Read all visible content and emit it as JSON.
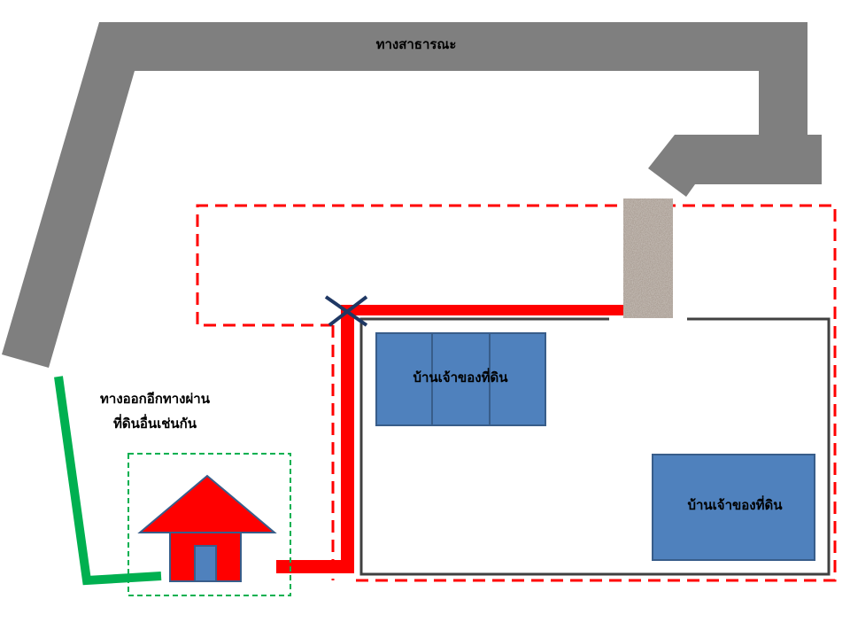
{
  "labels": {
    "public_road": "ทางสาธารณะ",
    "other_exit_line1": "ทางออกอีกทางผ่าน",
    "other_exit_line2": "ที่ดินอื่นเช่นกัน",
    "owner_house_1": "บ้านเจ้าของที่ดิน",
    "owner_house_2": "บ้านเจ้าของที่ดิน"
  },
  "colors": {
    "road": "#7f7f7f",
    "path_red": "#ff0000",
    "path_green": "#00b050",
    "house_blue": "#4f81bd",
    "cross": "#1f3864"
  }
}
